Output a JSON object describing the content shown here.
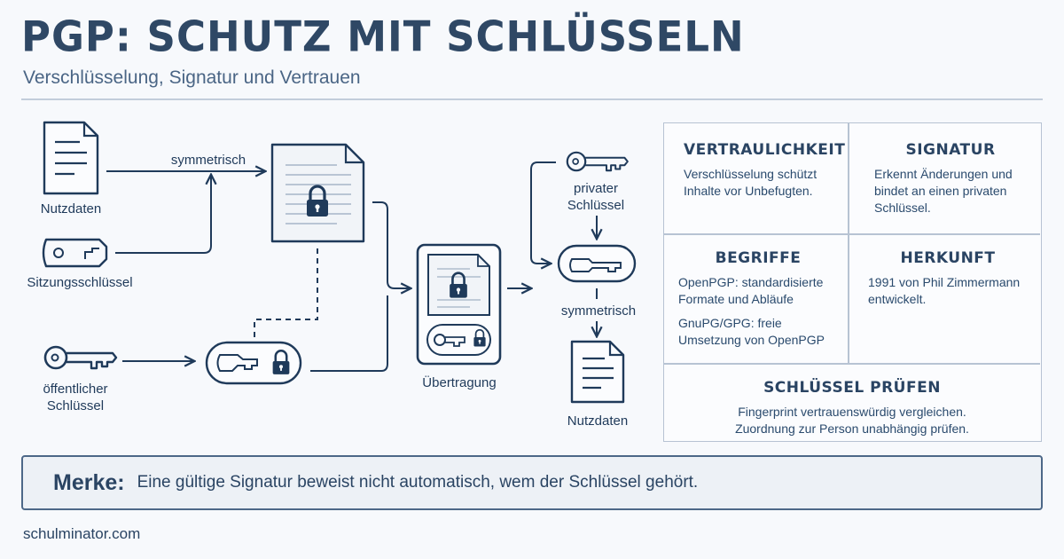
{
  "header": {
    "title": "PGP: Schutz mit Schlüsseln",
    "subtitle": "Verschlüsselung, Signatur und Vertrauen"
  },
  "diagram": {
    "nutzdaten_left": "Nutzdaten",
    "sitzungsschluessel": "Sitzungsschlüssel",
    "oeffentlicher_line1": "öffentlicher",
    "oeffentlicher_line2": "Schlüssel",
    "symmetrisch_top": "symmetrisch",
    "uebertragung": "Übertragung",
    "privater_line1": "privater",
    "privater_line2": "Schlüssel",
    "symmetrisch_right": "symmetrisch",
    "nutzdaten_right": "Nutzdaten"
  },
  "panel": {
    "vertraulichkeit": {
      "title": "Vertraulichkeit",
      "text": "Verschlüsselung schützt Inhalte vor Unbefugten."
    },
    "signatur": {
      "title": "Signatur",
      "text": "Erkennt Änderungen und bindet an einen privaten Schlüssel."
    },
    "begriffe": {
      "title": "Begriffe",
      "text1": "OpenPGP: standardisierte Formate und Abläufe",
      "text2": "GnuPG/GPG: freie Umsetzung von OpenPGP"
    },
    "herkunft": {
      "title": "Herkunft",
      "text": "1991 von Phil Zimmermann entwickelt."
    },
    "pruefen": {
      "title": "Schlüssel prüfen",
      "line1": "Fingerprint vertrauenswürdig vergleichen.",
      "line2": "Zuordnung zur Person unabhängig prüfen."
    }
  },
  "merke": {
    "label": "Merke:",
    "text": "Eine gültige Signatur beweist nicht automatisch, wem der Schlüssel gehört."
  },
  "footer": {
    "site": "schulminator.com"
  },
  "colors": {
    "stroke": "#1f3a5a",
    "panel_border": "#b7c3d3",
    "background": "#f7f9fc"
  }
}
